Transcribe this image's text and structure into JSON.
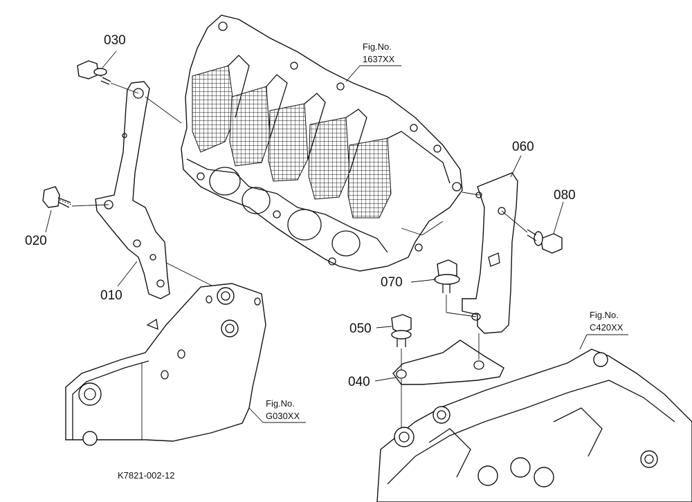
{
  "diagram": {
    "drawing_number": "K7821-002-12",
    "part_callouts": [
      {
        "id": "010",
        "label": "010"
      },
      {
        "id": "020",
        "label": "020"
      },
      {
        "id": "030",
        "label": "030"
      },
      {
        "id": "040",
        "label": "040"
      },
      {
        "id": "050",
        "label": "050"
      },
      {
        "id": "060",
        "label": "060"
      },
      {
        "id": "070",
        "label": "070"
      },
      {
        "id": "080",
        "label": "080"
      }
    ],
    "figure_refs": [
      {
        "id": "1637XX",
        "title": "Fig.No.",
        "number": "1637XX"
      },
      {
        "id": "C420XX",
        "title": "Fig.No.",
        "number": "C420XX"
      },
      {
        "id": "G030XX",
        "title": "Fig.No.",
        "number": "G030XX"
      }
    ]
  }
}
